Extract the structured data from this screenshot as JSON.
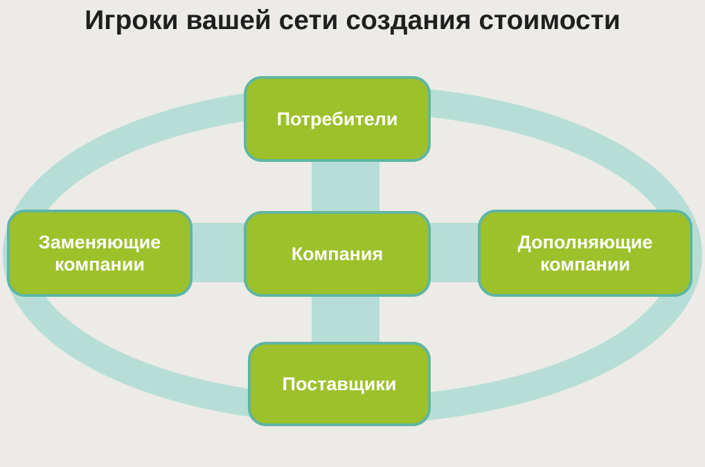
{
  "title": "Игроки вашей сети создания стоимости",
  "nodes": {
    "top": "Потребители",
    "center": "Компания",
    "left_line1": "Заменяющие",
    "left_line2": "компании",
    "right_line1": "Дополняющие",
    "right_line2": "компании",
    "bottom": "Поставщики"
  },
  "colors": {
    "box": "#9cc12a",
    "border": "#5fb6a2",
    "ring": "#b7ded6"
  }
}
